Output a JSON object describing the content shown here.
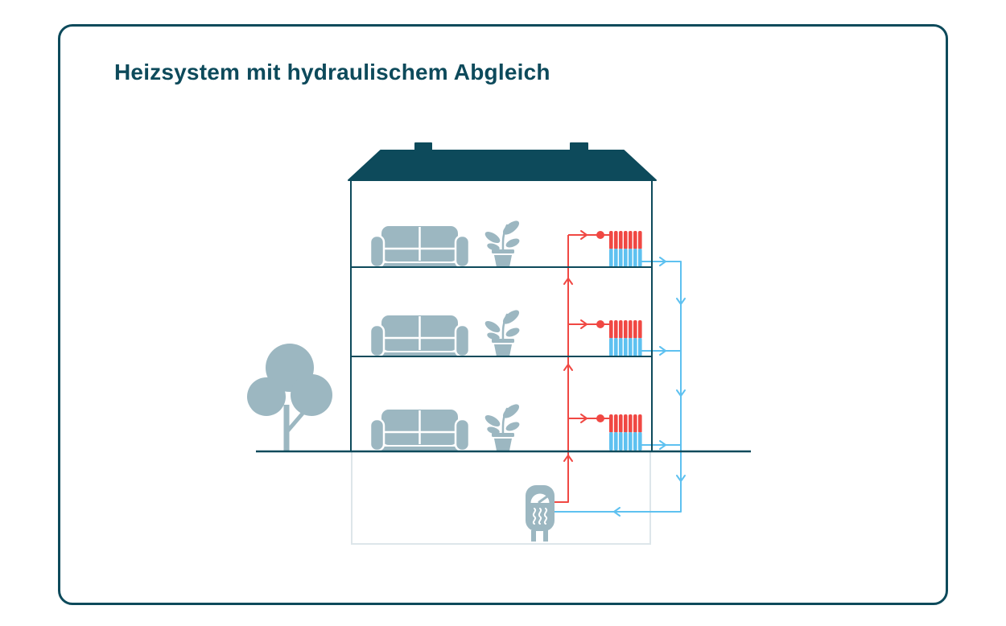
{
  "title": "Heizsystem mit hydraulischem Abgleich",
  "colors": {
    "background": "#ffffff",
    "teal": "#0d4a5b",
    "furniture": "#9cb7c1",
    "supply_red": "#f04843",
    "return_blue": "#5ec1f0",
    "basement_outline": "#dde6ea"
  },
  "diagram": {
    "type": "schematic",
    "subject": "multi-storey building heating system with hydraulic balancing",
    "floors": 3,
    "radiators_per_floor": 1,
    "valve_per_radiator": true,
    "heat_source": "boiler-in-basement",
    "supply_pipe": "red, riser with upward/right arrows, one balancing valve before each radiator",
    "return_pipe": "light blue, collects from each radiator down to boiler",
    "furniture_per_floor": [
      "sofa",
      "potted-plant"
    ],
    "outdoor_elements": [
      "tree",
      "ground-line"
    ]
  }
}
